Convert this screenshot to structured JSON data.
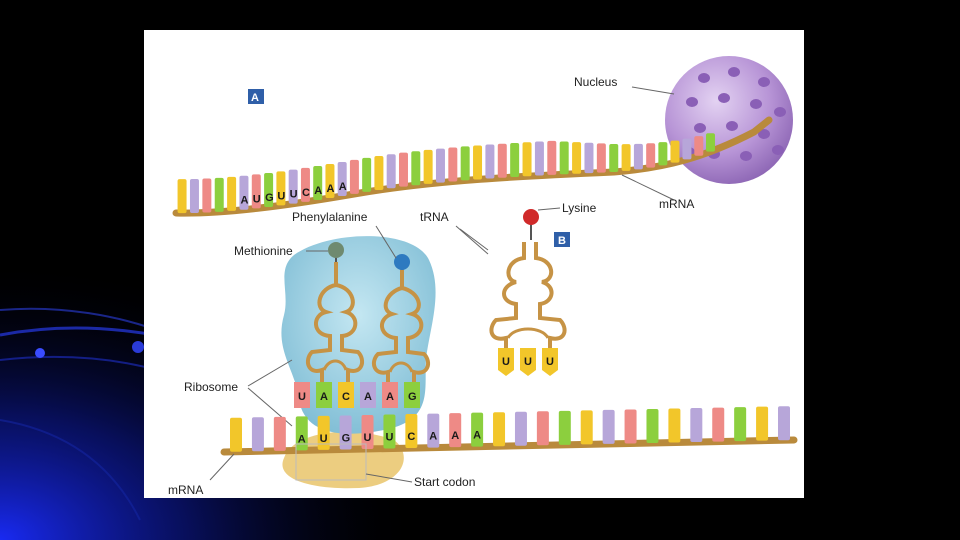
{
  "panel_labels": {
    "a": "A",
    "b": "B"
  },
  "labels": {
    "nucleus": "Nucleus",
    "mrna_top": "mRNA",
    "phenylalanine": "Phenylalanine",
    "trna": "tRNA",
    "lysine": "Lysine",
    "methionine": "Methionine",
    "ribosome": "Ribosome",
    "mrna_bottom": "mRNA",
    "start_codon": "Start codon"
  },
  "top_strand_codons": [
    "A",
    "U",
    "G",
    "U",
    "U",
    "C",
    "A",
    "A",
    "A"
  ],
  "free_trna_anticodon": [
    "U",
    "U",
    "U"
  ],
  "ribosome_anticodons": [
    "U",
    "A",
    "C",
    "A",
    "A",
    "G"
  ],
  "bottom_strand_codons": [
    "A",
    "U",
    "G",
    "U",
    "U",
    "C",
    "A",
    "A",
    "A"
  ],
  "colors": {
    "background": "#000000",
    "panel": "#ffffff",
    "strand": "#b98a3c",
    "nucleus": "#b794d6",
    "ribosome": "#8fc9de",
    "trna": "#c69345",
    "methionine_ball": "#6f8a6f",
    "phenylalanine_ball": "#2e7ac0",
    "lysine_ball": "#d02a2a",
    "base_palette": [
      "#f2c62a",
      "#b7a6d9",
      "#ee8a86",
      "#8ccf3e"
    ]
  }
}
